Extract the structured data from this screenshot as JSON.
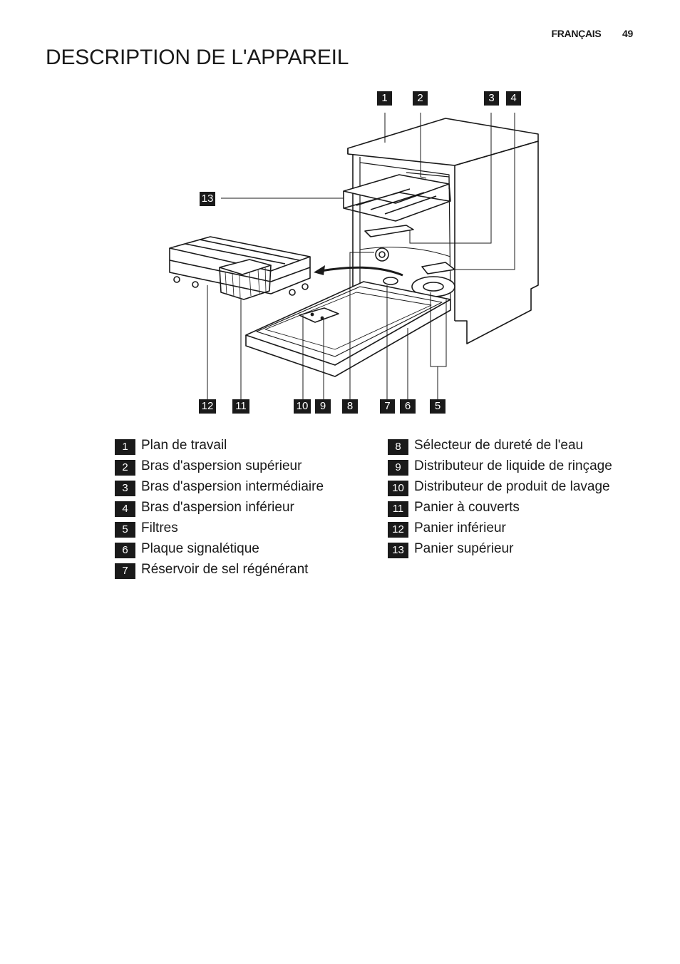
{
  "header": {
    "language": "FRANÇAIS",
    "page_number": "49"
  },
  "title": "DESCRIPTION DE L'APPAREIL",
  "figure_callouts": [
    "1",
    "2",
    "3",
    "4",
    "13",
    "12",
    "11",
    "10",
    "9",
    "8",
    "7",
    "6",
    "5"
  ],
  "legend_left": [
    {
      "num": "1",
      "label": "Plan de travail"
    },
    {
      "num": "2",
      "label": "Bras d'aspersion supérieur"
    },
    {
      "num": "3",
      "label": "Bras d'aspersion intermédiaire"
    },
    {
      "num": "4",
      "label": "Bras d'aspersion inférieur"
    },
    {
      "num": "5",
      "label": "Filtres"
    },
    {
      "num": "6",
      "label": "Plaque signalétique"
    },
    {
      "num": "7",
      "label": "Réservoir de sel régénérant"
    }
  ],
  "legend_right": [
    {
      "num": "8",
      "label": "Sélecteur de dureté de l'eau"
    },
    {
      "num": "9",
      "label": "Distributeur de liquide de rinçage"
    },
    {
      "num": "10",
      "label": "Distributeur de produit de lavage"
    },
    {
      "num": "11",
      "label": "Panier à couverts"
    },
    {
      "num": "12",
      "label": "Panier inférieur"
    },
    {
      "num": "13",
      "label": "Panier supérieur"
    }
  ]
}
